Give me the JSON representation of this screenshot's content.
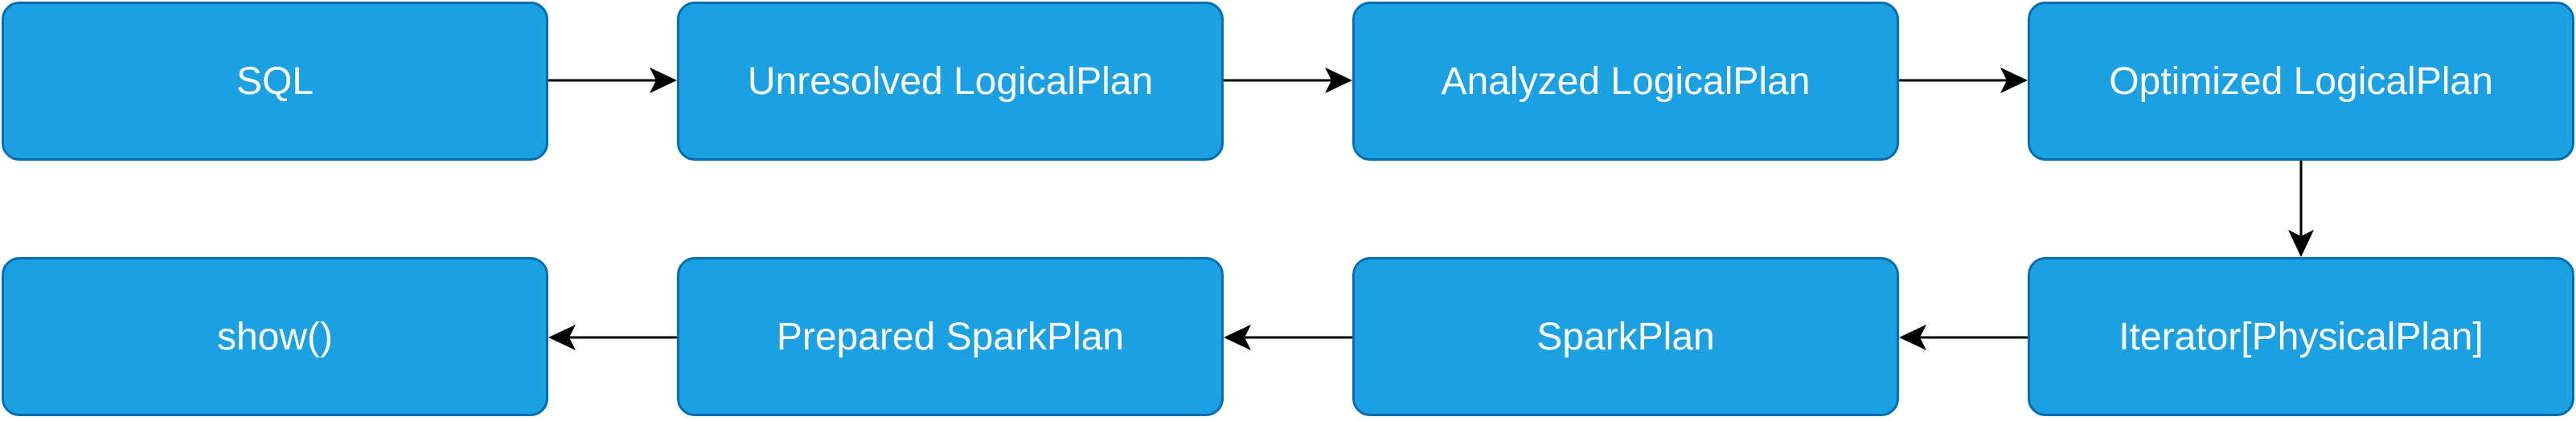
{
  "diagram": {
    "nodes": [
      {
        "id": "sql",
        "label": "SQL"
      },
      {
        "id": "unresolved",
        "label": "Unresolved LogicalPlan"
      },
      {
        "id": "analyzed",
        "label": "Analyzed LogicalPlan"
      },
      {
        "id": "optimized",
        "label": "Optimized LogicalPlan"
      },
      {
        "id": "iterator",
        "label": "Iterator[PhysicalPlan]"
      },
      {
        "id": "sparkplan",
        "label": "SparkPlan"
      },
      {
        "id": "prepared",
        "label": "Prepared SparkPlan"
      },
      {
        "id": "show",
        "label": "show()"
      }
    ],
    "edges": [
      {
        "from": "sql",
        "to": "unresolved"
      },
      {
        "from": "unresolved",
        "to": "analyzed"
      },
      {
        "from": "analyzed",
        "to": "optimized"
      },
      {
        "from": "optimized",
        "to": "iterator"
      },
      {
        "from": "iterator",
        "to": "sparkplan"
      },
      {
        "from": "sparkplan",
        "to": "prepared"
      },
      {
        "from": "prepared",
        "to": "show"
      }
    ],
    "colors": {
      "node_fill": "#1ba1e2",
      "node_border": "#006eaf",
      "node_text": "#ffffff",
      "edge": "#000000"
    }
  }
}
